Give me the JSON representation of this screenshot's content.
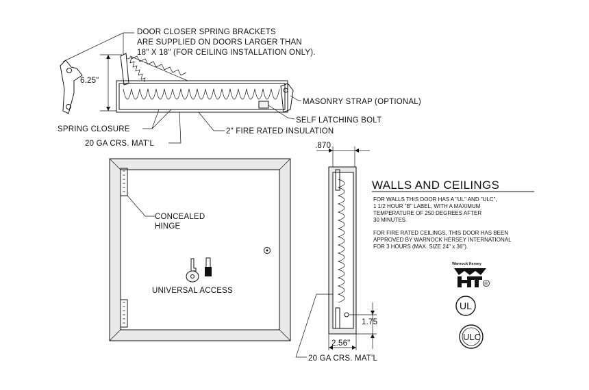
{
  "colors": {
    "background": "#ffffff",
    "ink": "#111111",
    "panel": "#e9e9e9"
  },
  "labels": {
    "closer_line1": "DOOR CLOSER SPRING BRACKETS",
    "closer_line2": "ARE SUPPLIED ON DOORS LARGER THAN",
    "closer_line3": "18\" X 18\" (FOR CEILING INSTALLATION ONLY).",
    "dim_height": "6.25\"",
    "masonry_strap": "MASONRY STRAP (OPTIONAL)",
    "self_latching": "SELF LATCHING BOLT",
    "spring_closure": "SPRING CLOSURE",
    "fire_insulation": "2\" FIRE RATED INSULATION",
    "ga_top": "20 GA CRS. MAT'L",
    "dim_870": ".870",
    "hinge_line1": "CONCEALED",
    "hinge_line2": "HINGE",
    "universal_access": "UNIVERSAL ACCESS",
    "dim_175": "1.75",
    "dim_256": "2.56\"",
    "ga_bottom": "20 GA CRS. MAT'L"
  },
  "info": {
    "title": "WALLS AND CEILINGS",
    "walls_lines": [
      "FOR WALLS THIS DOOR HAS A \"UL\" AND \"ULC\",",
      "1 1/2 HOUR \"B\" LABEL, WITH A MAXIMUM",
      "TEMPERATURE OF 250 DEGREES AFTER",
      "30 MINUTES."
    ],
    "ceiling_lines": [
      "FOR FIRE RATED CEILINGS, THIS DOOR HAS BEEN",
      "APPROVED BY WARNOCK HERSEY INTERNATIONAL",
      "FOR 3 HOURS (MAX. SIZE 24\" x 36\")."
    ]
  },
  "logos": {
    "warnock_text": "Warnock Hersey",
    "warnock_reg": "®",
    "ul_letters": "UL",
    "ulc_letters": "ULC"
  }
}
